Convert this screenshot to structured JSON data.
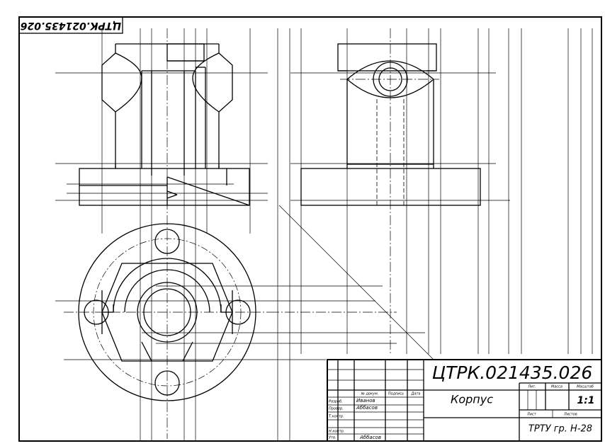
{
  "stamp": {
    "corner_code": "ЦТРК.021435.026",
    "designation": "ЦТРК.021435.026",
    "part_name": "Корпус",
    "scale_value": "1:1",
    "organization": "ТРТУ гр. Н-28",
    "col_lit": "Лит.",
    "col_mass": "Масса",
    "col_scale": "Масштаб",
    "col_sheet": "Лист",
    "col_sheets": "Листов",
    "header_doc": "№ докум.",
    "header_sign": "Подпись",
    "header_date": "Дата",
    "row_dev_label": "Разраб.",
    "row_dev_name": "Иванов",
    "row_check_label": "Провер.",
    "row_check_name": "Аббасов",
    "row_tcontrol_label": "Т.контр.",
    "row_ncontrol_label": "Н.контр.",
    "row_approve_label": "Утв.",
    "row_approve_name": "Аббасов"
  }
}
